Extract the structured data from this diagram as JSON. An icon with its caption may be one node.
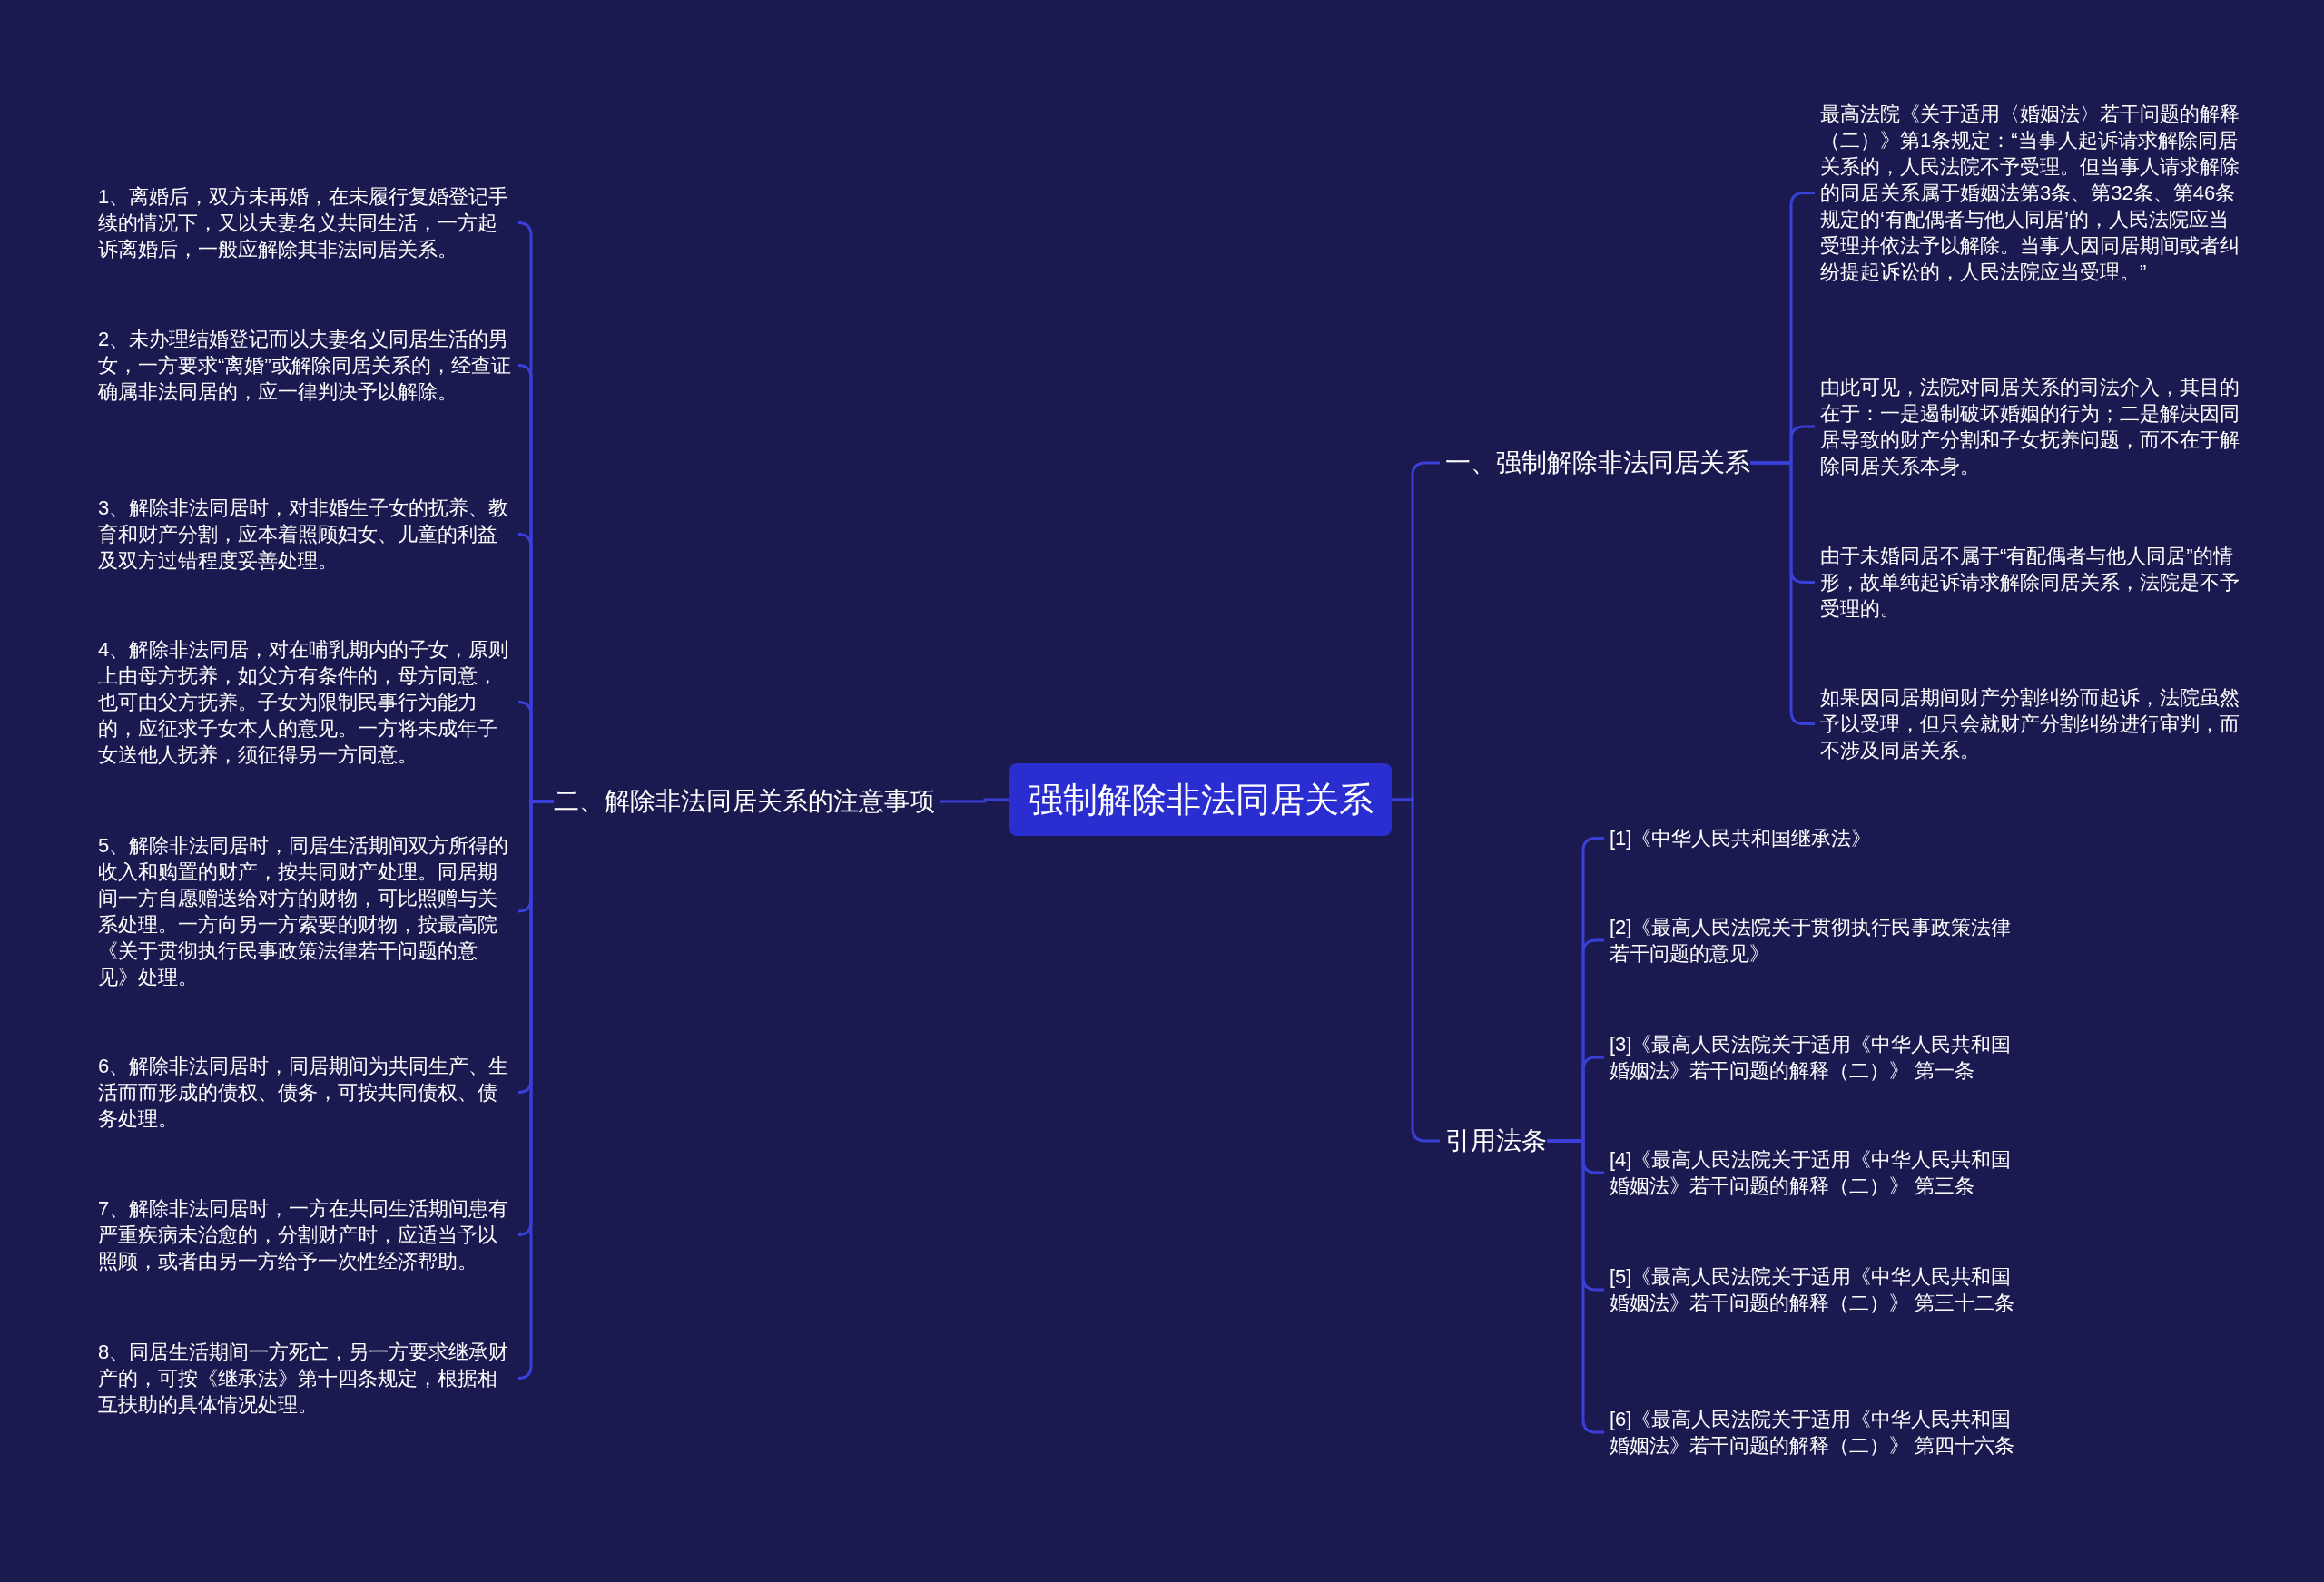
{
  "diagram": {
    "nodes": [
      {
        "text": [
          "强制解除非法同居关系"
        ]
      },
      {
        "text": [
          "一、强制解除非法同居关系"
        ]
      },
      {
        "text": [
          "最高法院《关于适用〈婚姻法〉若干问题的解释（二）》第1条规定：“当事人起诉请求解除同居关系的，人民法院不予受理。但当事人请求解除的同居关系属于婚姻法第3条、第32条、第46条规定的‘有配偶者与他人同居’的，人民法院应当受理并依法予以解除。当事人因同居期间或者纠纷提起诉讼的，人民法院应当受理。”"
        ]
      },
      {
        "text": [
          "由此可见，法院对同居关系的司法介入，其目的在于：一是遏制破坏婚姻的行为；二是解决因同居导致的财产分割和子女抚养问题，而不在于解除同居关系本身。"
        ]
      },
      {
        "text": [
          "由于未婚同居不属于“有配偶者与他人同居”的情形，故单纯起诉请求解除同居关系，法院是不予受理的。"
        ]
      },
      {
        "text": [
          "如果因同居期间财产分割纠纷而起诉，法院虽然予以受理，但只会就财产分割纠纷进行审判，而不涉及同居关系。"
        ]
      },
      {
        "text": [
          "引用法条"
        ]
      },
      {
        "text": [
          "[1]《中华人民共和国继承法》"
        ]
      },
      {
        "text": [
          "[2]《最高人民法院关于贯彻执行民事政策法律若干问题的意见》"
        ]
      },
      {
        "text": [
          "[3]《最高人民法院关于适用《中华人民共和国婚姻法》若干问题的解释（二）》 第一条"
        ]
      },
      {
        "text": [
          "[4]《最高人民法院关于适用《中华人民共和国婚姻法》若干问题的解释（二）》 第三条"
        ]
      },
      {
        "text": [
          "[5]《最高人民法院关于适用《中华人民共和国婚姻法》若干问题的解释（二）》 第三十二条"
        ]
      },
      {
        "text": [
          "[6]《最高人民法院关于适用《中华人民共和国婚姻法》若干问题的解释（二）》 第四十六条"
        ]
      },
      {
        "text": [
          "二、解除非法同居关系的注意事项"
        ]
      },
      {
        "text": [
          "1、离婚后，双方未再婚，在未履行复婚登记手续的情况下，又以夫妻名义共同生活，一方起诉离婚后，一般应解除其非法同居关系。"
        ]
      },
      {
        "text": [
          "2、未办理结婚登记而以夫妻名义同居生活的男女，一方要求“离婚”或解除同居关系的，经查证确属非法同居的，应一律判决予以解除。"
        ]
      },
      {
        "text": [
          "3、解除非法同居时，对非婚生子女的抚养、教育和财产分割，应本着照顾妇女、儿童的利益及双方过错程度妥善处理。"
        ]
      },
      {
        "text": [
          "4、解除非法同居，对在哺乳期内的子女，原则上由母方抚养，如父方有条件的，母方同意，也可由父方抚养。子女为限制民事行为能力的，应征求子女本人的意见。一方将未成年子女送他人抚养，须征得另一方同意。"
        ]
      },
      {
        "text": [
          "5、解除非法同居时，同居生活期间双方所得的收入和购置的财产，按共同财产处理。同居期间一方自愿赠送给对方的财物，可比照赠与关系处理。一方向另一方索要的财物，按最高院《关于贯彻执行民事政策法律若干问题的意见》处理。"
        ]
      },
      {
        "text": [
          "6、解除非法同居时，同居期间为共同生产、生活而而形成的债权、债务，可按共同债权、债务处理。"
        ]
      },
      {
        "text": [
          "7、解除非法同居时，一方在共同生活期间患有严重疾病未治愈的，分割财产时，应适当予以照顾，或者由另一方给予一次性经济帮助。"
        ]
      },
      {
        "text": [
          "8、同居生活期间一方死亡，另一方要求继承财产的，可按《继承法》第十四条规定，根据相互扶助的具体情况处理。"
        ]
      }
    ],
    "edges": [
      {
        "from": 0,
        "to": 1,
        "arrow": "none"
      },
      {
        "from": 1,
        "to": 2,
        "arrow": "none"
      },
      {
        "from": 1,
        "to": 3,
        "arrow": "none"
      },
      {
        "from": 1,
        "to": 4,
        "arrow": "none"
      },
      {
        "from": 1,
        "to": 5,
        "arrow": "none"
      },
      {
        "from": 0,
        "to": 6,
        "arrow": "none"
      },
      {
        "from": 6,
        "to": 7,
        "arrow": "none"
      },
      {
        "from": 6,
        "to": 8,
        "arrow": "none"
      },
      {
        "from": 6,
        "to": 9,
        "arrow": "none"
      },
      {
        "from": 6,
        "to": 10,
        "arrow": "none"
      },
      {
        "from": 6,
        "to": 11,
        "arrow": "none"
      },
      {
        "from": 6,
        "to": 12,
        "arrow": "none"
      },
      {
        "from": 0,
        "to": 13,
        "arrow": "none"
      },
      {
        "from": 13,
        "to": 14,
        "arrow": "none"
      },
      {
        "from": 13,
        "to": 15,
        "arrow": "none"
      },
      {
        "from": 13,
        "to": 16,
        "arrow": "none"
      },
      {
        "from": 13,
        "to": 17,
        "arrow": "none"
      },
      {
        "from": 13,
        "to": 18,
        "arrow": "none"
      },
      {
        "from": 13,
        "to": 19,
        "arrow": "none"
      },
      {
        "from": 13,
        "to": 20,
        "arrow": "none"
      },
      {
        "from": 13,
        "to": 21,
        "arrow": "none"
      }
    ]
  }
}
